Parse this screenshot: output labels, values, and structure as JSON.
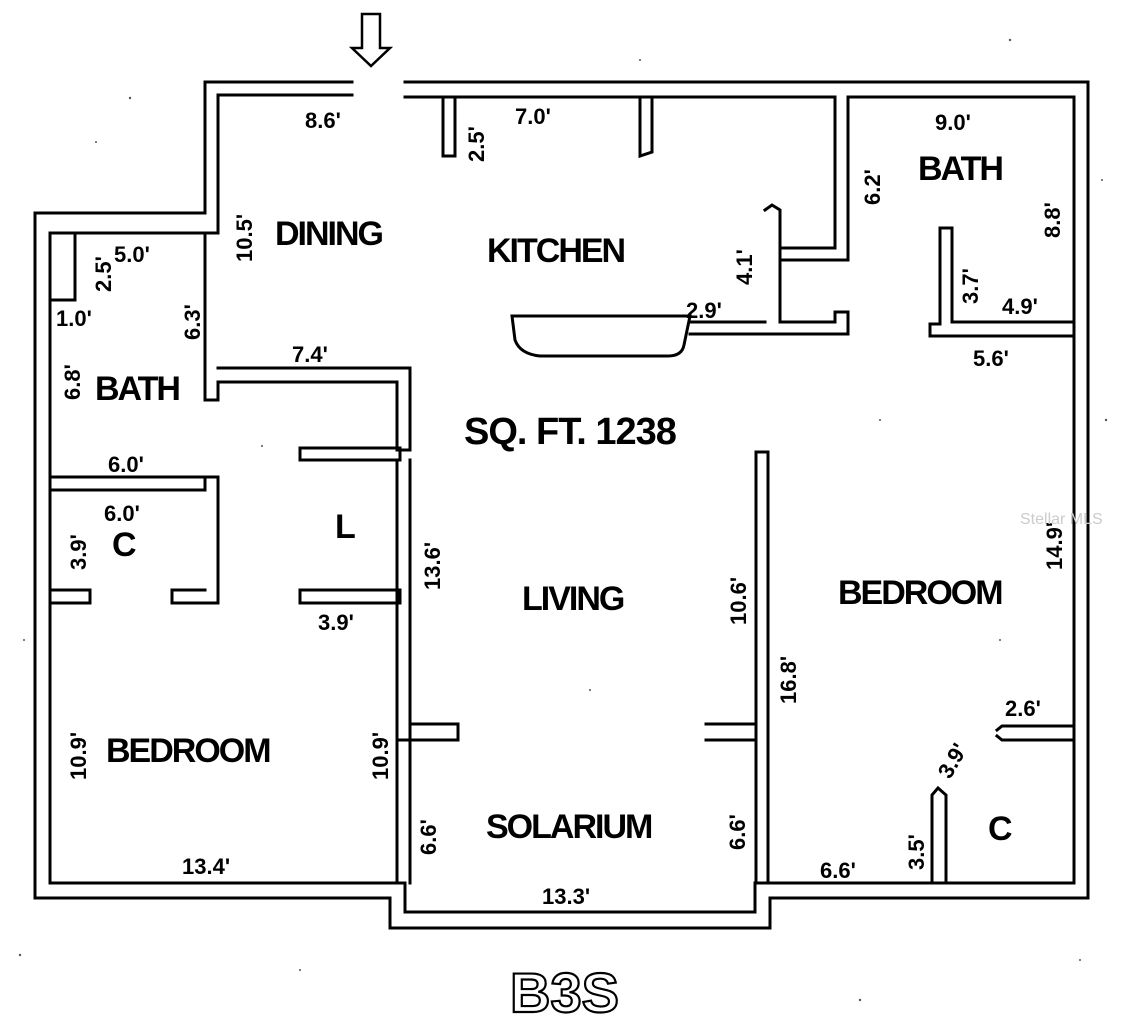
{
  "plan": {
    "unit_name": "B3S",
    "area_label": "SQ. FT. 1238",
    "watermark": "Stellar MLS",
    "rooms": {
      "dining": "DINING",
      "kitchen": "KITCHEN",
      "bath_left": "BATH",
      "bath_right": "BATH",
      "closet_left": "C",
      "laundry": "L",
      "living": "LIVING",
      "bedroom_left": "BEDROOM",
      "bedroom_right": "BEDROOM",
      "solarium": "SOLARIUM",
      "closet_right": "C"
    },
    "dims": {
      "d01": "8.6'",
      "d02": "2.5'",
      "d03": "7.0'",
      "d04": "9.0'",
      "d05": "6.2'",
      "d06": "8.8'",
      "d07": "10.5'",
      "d08": "5.0'",
      "d09": "2.5'",
      "d10": "1.0'",
      "d11": "6.3'",
      "d12": "4.1'",
      "d13": "3.7'",
      "d14": "2.9'",
      "d15": "4.9'",
      "d16": "5.6'",
      "d17": "7.4'",
      "d18": "6.8'",
      "d19": "6.0'",
      "d20": "6.0'",
      "d21": "3.9'",
      "d22": "13.6'",
      "d23": "3.9'",
      "d24": "10.6'",
      "d25": "14.9'",
      "d26": "16.8'",
      "d27": "10.9'",
      "d28": "10.9'",
      "d29": "2.6'",
      "d30": "3.9'",
      "d31": "6.6'",
      "d32": "6.6'",
      "d33": "3.5'",
      "d34": "13.4'",
      "d35": "13.3'",
      "d36": "6.6'"
    }
  }
}
